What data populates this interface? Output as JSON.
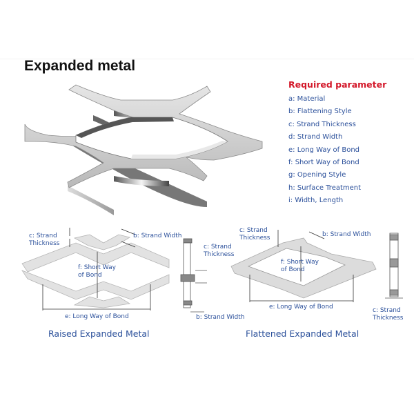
{
  "title": "Expanded metal",
  "required": {
    "heading": "Required parameter",
    "items": [
      "a: Material",
      "b: Flattening Style",
      "c: Strand Thickness",
      "d: Strand Width",
      "e: Long Way of Bond",
      "f: Short Way of Bond",
      "g: Opening Style",
      "h: Surface Treatment",
      "i: Width, Length"
    ]
  },
  "raised": {
    "caption": "Raised Expanded Metal",
    "strand_thickness": [
      "c: Strand",
      "Thickness"
    ],
    "strand_width": "b: Strand Width",
    "short_way": [
      "f: Short Way",
      "of Bond"
    ],
    "long_way": "e: Long Way of Bond"
  },
  "raised_side": {
    "strand_thickness": [
      "c: Strand",
      "Thickness"
    ],
    "strand_width": "b: Strand Width"
  },
  "flattened": {
    "caption": "Flattened Expanded Metal",
    "strand_thickness": [
      "c: Strand",
      "Thickness"
    ],
    "strand_width": "b: Strand Width",
    "short_way": [
      "f: Short Way",
      "of Bond"
    ],
    "long_way": "e: Long Way of Bond"
  },
  "flattened_side": {
    "strand_thickness": [
      "c: Strand",
      "Thickness"
    ]
  },
  "colors": {
    "heading_red": "#d3182a",
    "label_blue": "#2a4f9a"
  }
}
